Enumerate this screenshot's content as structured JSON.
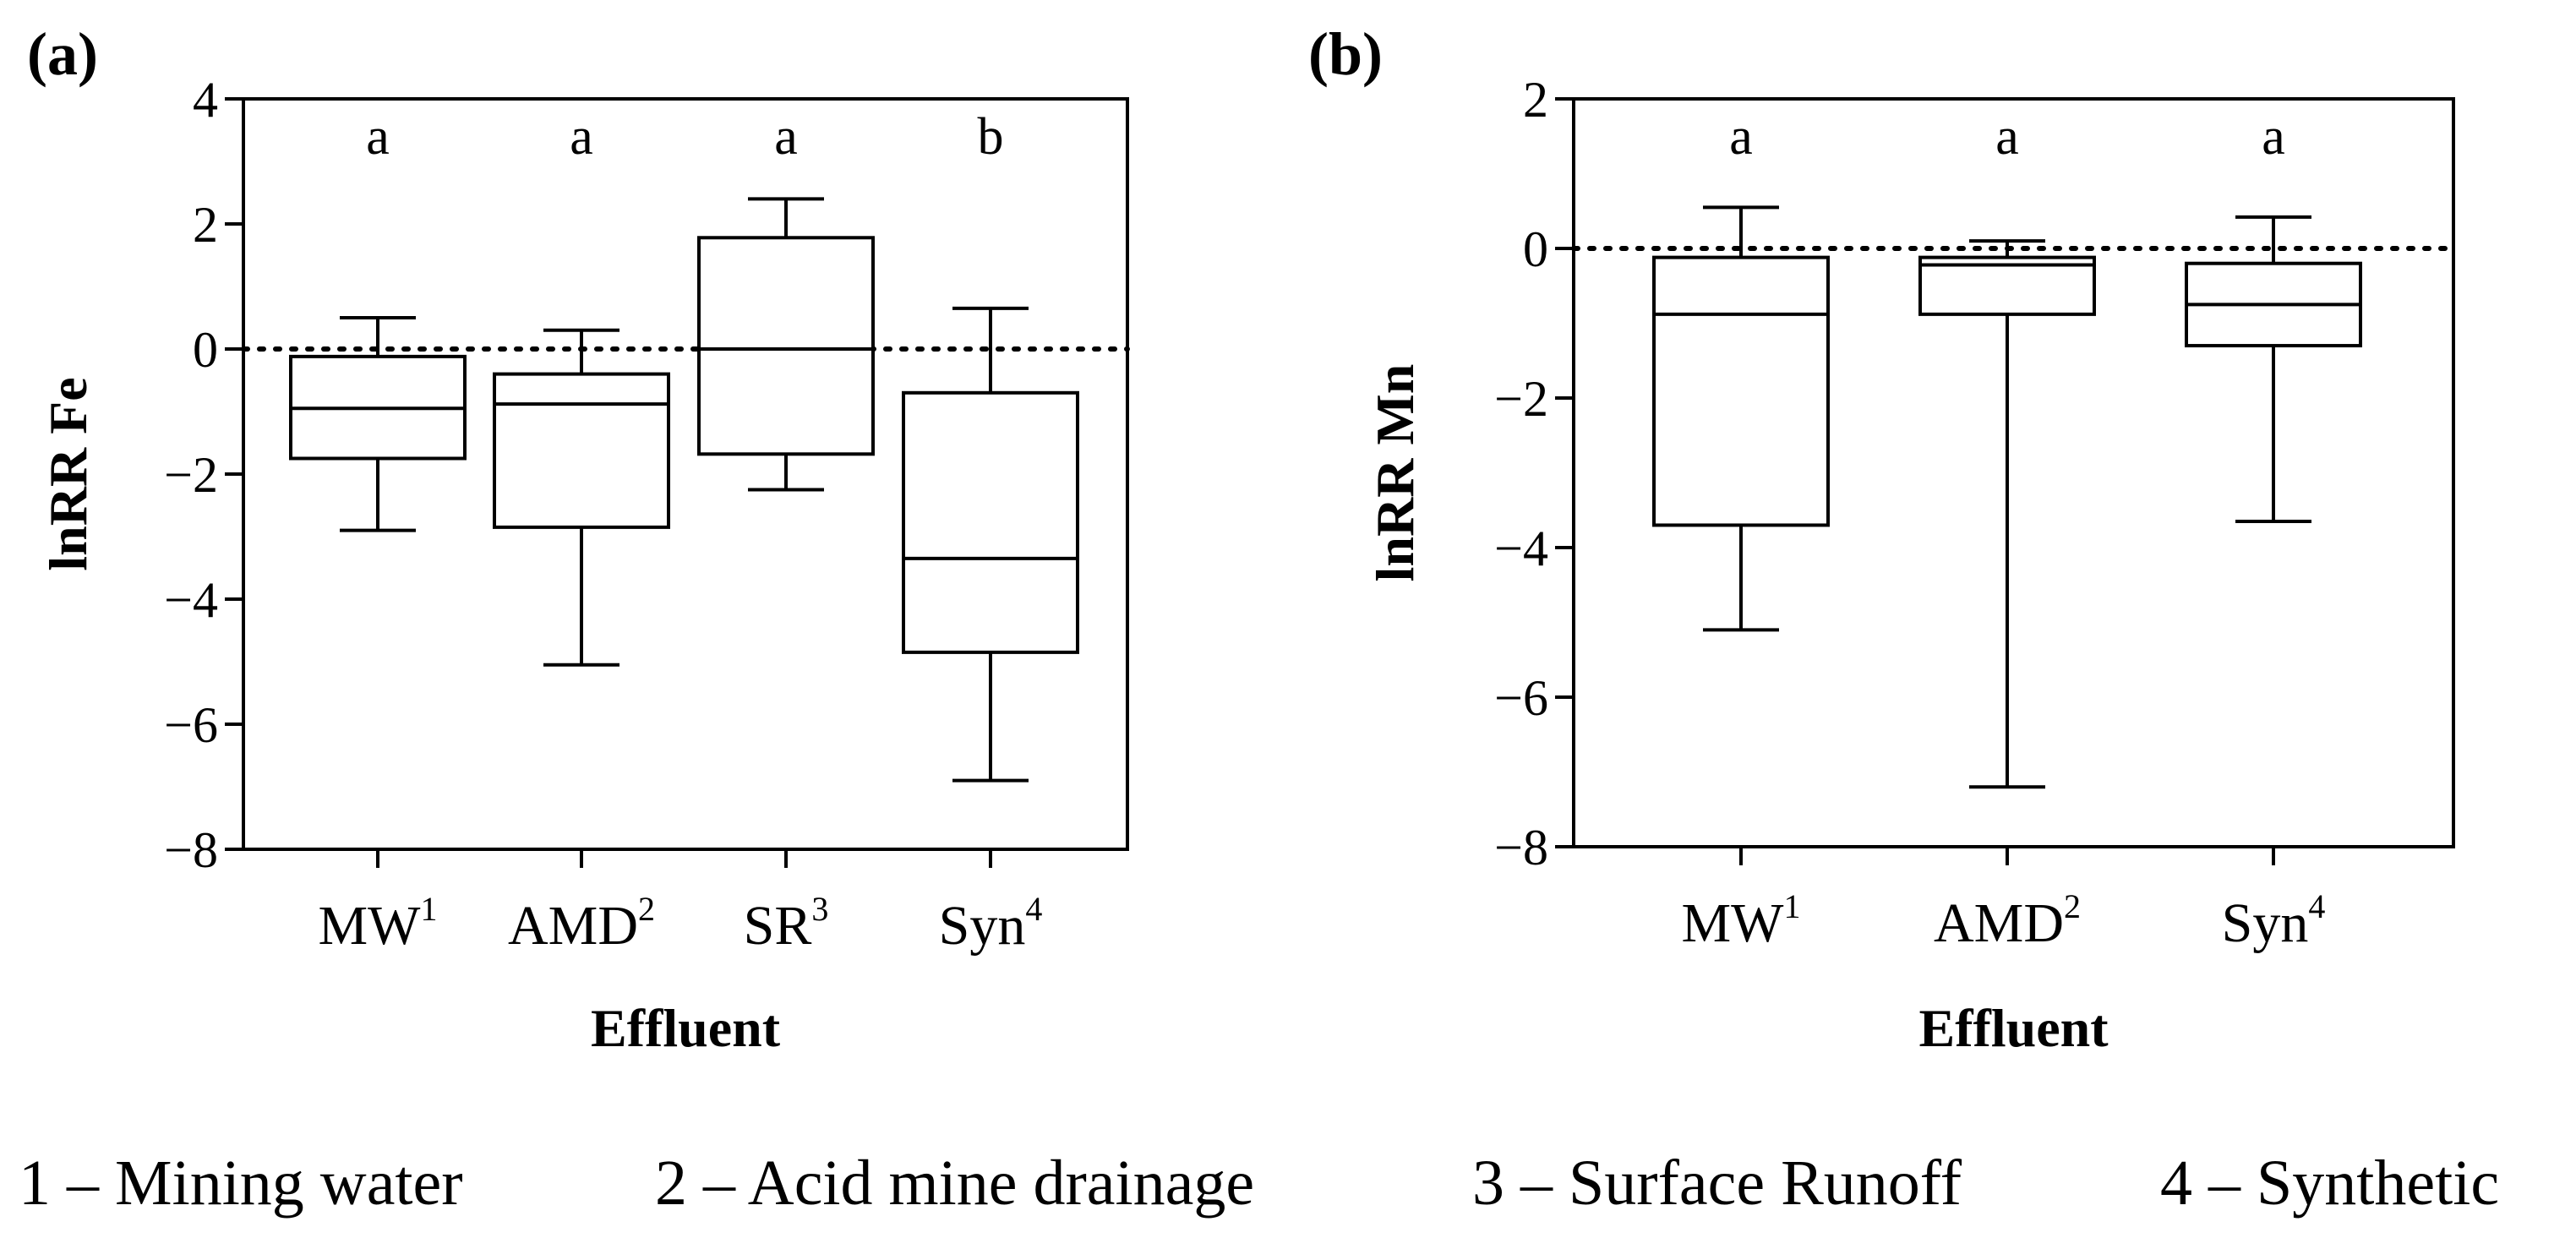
{
  "chart_data": [
    {
      "type": "box",
      "panel_label": "(a)",
      "xlabel": "Effluent",
      "ylabel": "lnRR Fe",
      "ylim": [
        -8,
        4
      ],
      "yticks": [
        "4",
        "2",
        "0",
        "−2",
        "−4",
        "−6",
        "−8"
      ],
      "yticks_values": [
        4,
        2,
        0,
        -2,
        -4,
        -6,
        -8
      ],
      "reference_line": 0,
      "categories": [
        {
          "label": "MW",
          "sup": "1",
          "min": -2.9,
          "q1": -1.75,
          "median": -0.95,
          "q3": -0.12,
          "max": 0.5,
          "letter": "a"
        },
        {
          "label": "AMD",
          "sup": "2",
          "min": -5.05,
          "q1": -2.85,
          "median": -0.88,
          "q3": -0.4,
          "max": 0.3,
          "letter": "a"
        },
        {
          "label": "SR",
          "sup": "3",
          "min": -2.25,
          "q1": -1.68,
          "median": 0.0,
          "q3": 1.78,
          "max": 2.4,
          "letter": "a"
        },
        {
          "label": "Syn",
          "sup": "4",
          "min": -6.9,
          "q1": -4.85,
          "median": -3.35,
          "q3": -0.7,
          "max": 0.65,
          "letter": "b"
        }
      ]
    },
    {
      "type": "box",
      "panel_label": "(b)",
      "xlabel": "Effluent",
      "ylabel": "lnRR Mn",
      "ylim": [
        -8,
        2
      ],
      "yticks": [
        "2",
        "0",
        "−2",
        "−4",
        "−6",
        "−8"
      ],
      "yticks_values": [
        2,
        0,
        -2,
        -4,
        -6,
        -8
      ],
      "reference_line": 0,
      "categories": [
        {
          "label": "MW",
          "sup": "1",
          "min": -5.1,
          "q1": -3.7,
          "median": -0.88,
          "q3": -0.12,
          "max": 0.55,
          "letter": "a"
        },
        {
          "label": "AMD",
          "sup": "2",
          "min": -7.2,
          "q1": -0.88,
          "median": -0.22,
          "q3": -0.12,
          "max": 0.1,
          "letter": "a"
        },
        {
          "label": "Syn",
          "sup": "4",
          "min": -3.65,
          "q1": -1.3,
          "median": -0.75,
          "q3": -0.2,
          "max": 0.42,
          "letter": "a"
        }
      ]
    }
  ],
  "footnotes": [
    "1 – Mining water",
    "2 – Acid mine drainage",
    "3 – Surface Runoff",
    "4 – Synthetic"
  ]
}
